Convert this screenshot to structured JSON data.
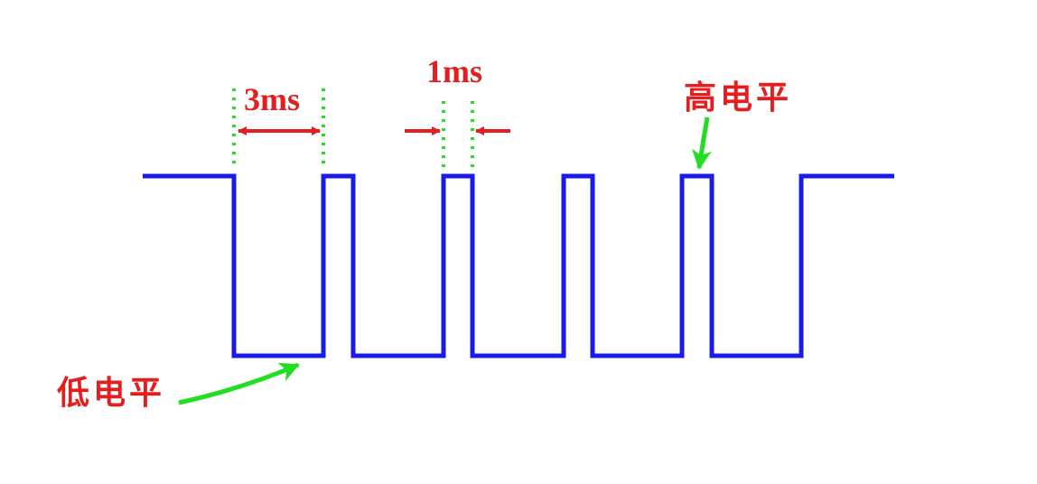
{
  "colors": {
    "signal": "#1a1aeb",
    "annotation": "#e41e1e",
    "guide": "#22dd22",
    "background": "#ffffff"
  },
  "labels": {
    "high_level": "高电平",
    "low_level": "低电平",
    "low_duration": "3ms",
    "high_duration": "1ms"
  }
}
